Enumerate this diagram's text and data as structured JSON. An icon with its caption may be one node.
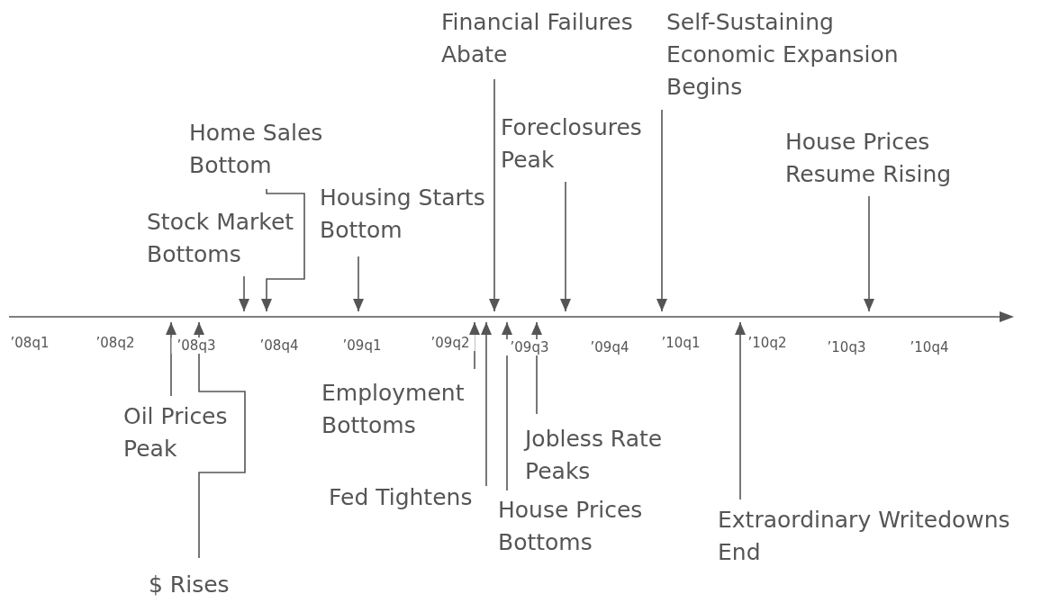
{
  "diagram": {
    "nodes": [
      {
        "text": [
          "Financial Failures Abate"
        ]
      },
      {
        "text": [
          "Self-Sustaining Economic Expansion Begins"
        ]
      },
      {
        "text": [
          "Foreclosures Peak"
        ]
      },
      {
        "text": [
          "Home Sales Bottom"
        ]
      },
      {
        "text": [
          "House Prices Resume Rising"
        ]
      },
      {
        "text": [
          "Housing Starts Bottom"
        ]
      },
      {
        "text": [
          "Stock Market Bottoms"
        ]
      },
      {
        "text": [
          "Employment Bottoms"
        ]
      },
      {
        "text": [
          "Oil Prices Peak"
        ]
      },
      {
        "text": [
          "Jobless Rate Peaks"
        ]
      },
      {
        "text": [
          "Fed Tightens"
        ]
      },
      {
        "text": [
          "House Prices Bottoms"
        ]
      },
      {
        "text": [
          "Extraordinary Writedowns End"
        ]
      },
      {
        "text": [
          "$ Rises"
        ]
      },
      {
        "text": [],
        "shape": "arrow"
      }
    ],
    "edges": [
      {
        "from": 0,
        "to": 14,
        "arrow": "to"
      },
      {
        "from": 1,
        "to": 14,
        "arrow": "to"
      },
      {
        "from": 2,
        "to": 14,
        "arrow": "to"
      },
      {
        "from": 3,
        "to": 14,
        "arrow": "to"
      },
      {
        "from": 4,
        "to": 14,
        "arrow": "to"
      },
      {
        "from": 5,
        "to": 14,
        "arrow": "to"
      },
      {
        "from": 6,
        "to": 14,
        "arrow": "to"
      },
      {
        "from": 7,
        "to": 14,
        "arrow": "to"
      },
      {
        "from": 8,
        "to": 14,
        "arrow": "to"
      },
      {
        "from": 9,
        "to": 14,
        "arrow": "to"
      },
      {
        "from": 10,
        "to": 14,
        "arrow": "to"
      },
      {
        "from": 11,
        "to": 14,
        "arrow": "to"
      },
      {
        "from": 12,
        "to": 14,
        "arrow": "to"
      },
      {
        "from": 13,
        "to": 14,
        "arrow": "to"
      }
    ],
    "labels": [
      "’08q1",
      "’08q2",
      "’08q3",
      "’08q4",
      "’09q1",
      "’09q2",
      "’09q3",
      "’09q4",
      "’10q1",
      "’10q2",
      "’10q3",
      "’10q4"
    ]
  }
}
